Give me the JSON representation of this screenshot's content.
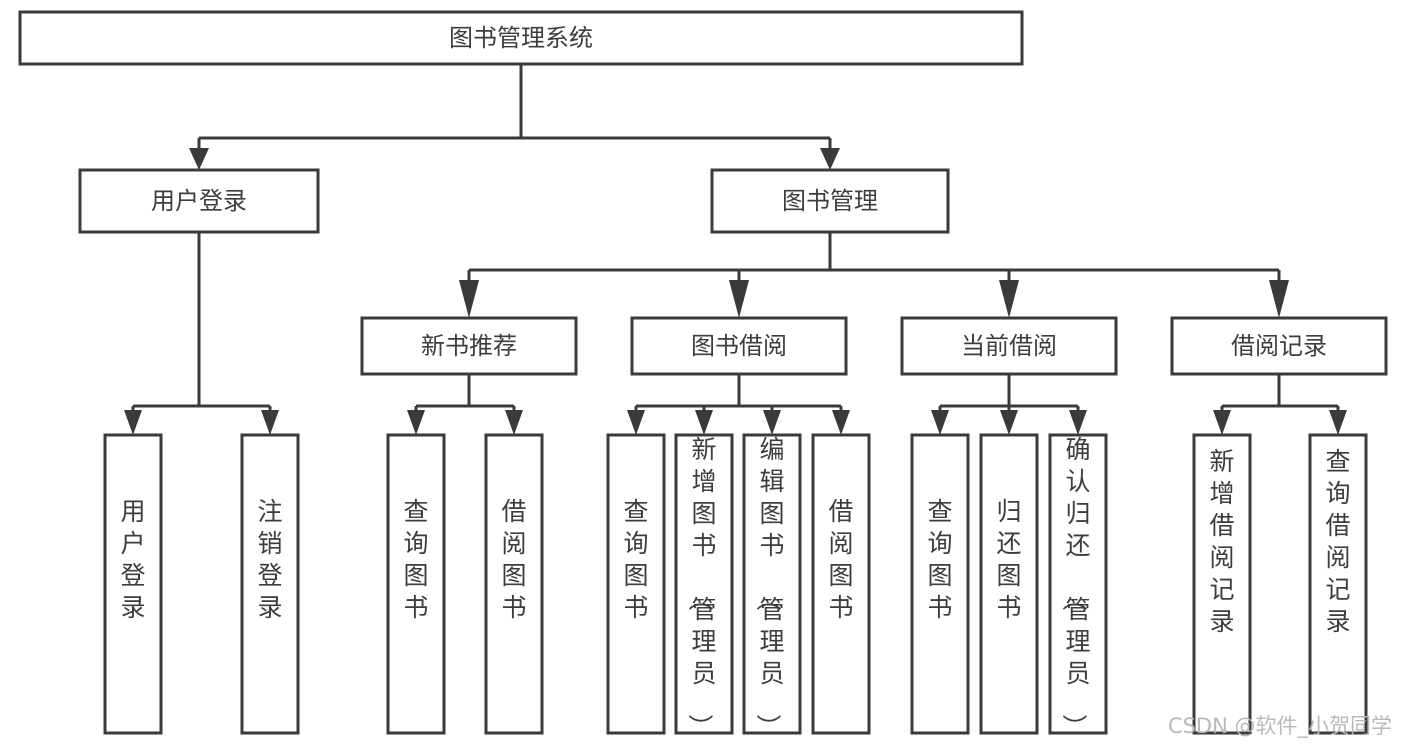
{
  "diagram": {
    "type": "tree-structure-chart",
    "title": "图书管理系统",
    "root": {
      "label": "图书管理系统"
    },
    "level2": [
      {
        "label": "用户登录"
      },
      {
        "label": "图书管理"
      }
    ],
    "level3": [
      {
        "label": "新书推荐"
      },
      {
        "label": "图书借阅"
      },
      {
        "label": "当前借阅"
      },
      {
        "label": "借阅记录"
      }
    ],
    "leaves": {
      "user_login": [
        {
          "label": "用户登录"
        },
        {
          "label": "注销登录"
        }
      ],
      "new_book_recommend": [
        {
          "label": "查询图书"
        },
        {
          "label": "借阅图书"
        }
      ],
      "book_borrow": [
        {
          "label": "查询图书"
        },
        {
          "label": "新增图书（管理员）"
        },
        {
          "label": "编辑图书（管理员）"
        },
        {
          "label": "借阅图书"
        }
      ],
      "current_borrow": [
        {
          "label": "查询图书"
        },
        {
          "label": "归还图书"
        },
        {
          "label": "确认归还（管理员）"
        }
      ],
      "borrow_record": [
        {
          "label": "新增借阅记录"
        },
        {
          "label": "查询借阅记录"
        }
      ]
    }
  },
  "watermark": {
    "text": "CSDN @软件_小贺同学"
  },
  "colors": {
    "border": "#3a3a3a",
    "text": "#3d3d3d",
    "background": "#ffffff",
    "watermark": "#b9b9b9"
  }
}
